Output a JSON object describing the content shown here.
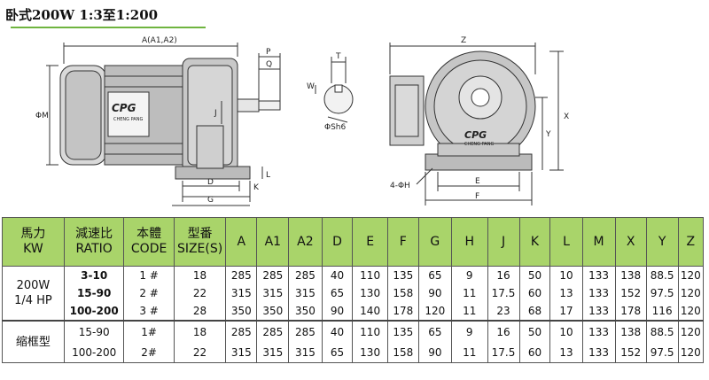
{
  "title": "卧式200W 1:3至1:200",
  "brand": {
    "logo": "CPG",
    "name": "CHENG PANG"
  },
  "drawing_labels": {
    "a": "A(A1,A2)",
    "p": "P",
    "q": "Q",
    "j": "J",
    "m": "ΦM",
    "d": "D",
    "g": "G",
    "k": "K",
    "l": "L",
    "t": "T",
    "w": "W",
    "sh": "ΦSh6",
    "z": "Z",
    "x": "X",
    "y": "Y",
    "e": "E",
    "f": "F",
    "h": "4-ΦH"
  },
  "table": {
    "headers": [
      [
        "馬力",
        "KW"
      ],
      [
        "減速比",
        "RATIO"
      ],
      [
        "本體",
        "CODE"
      ],
      [
        "型番",
        "SIZE(S)"
      ],
      [
        "A"
      ],
      [
        "A1"
      ],
      [
        "A2"
      ],
      [
        "D"
      ],
      [
        "E"
      ],
      [
        "F"
      ],
      [
        "G"
      ],
      [
        "H"
      ],
      [
        "J"
      ],
      [
        "K"
      ],
      [
        "L"
      ],
      [
        "M"
      ],
      [
        "X"
      ],
      [
        "Y"
      ],
      [
        "Z"
      ]
    ],
    "group1": {
      "label": [
        "200W",
        "1/4 HP"
      ],
      "rows": [
        [
          "3-10",
          "1 #",
          "18",
          "285",
          "285",
          "285",
          "40",
          "110",
          "135",
          "65",
          "9",
          "16",
          "50",
          "10",
          "133",
          "138",
          "88.5",
          "120"
        ],
        [
          "15-90",
          "2 #",
          "22",
          "315",
          "315",
          "315",
          "65",
          "130",
          "158",
          "90",
          "11",
          "17.5",
          "60",
          "13",
          "133",
          "152",
          "97.5",
          "120"
        ],
        [
          "100-200",
          "3 #",
          "28",
          "350",
          "350",
          "350",
          "90",
          "140",
          "178",
          "120",
          "11",
          "23",
          "68",
          "17",
          "133",
          "178",
          "116",
          "120"
        ]
      ]
    },
    "group2": {
      "label": "缩框型",
      "rows": [
        [
          "15-90",
          "1#",
          "18",
          "285",
          "285",
          "285",
          "40",
          "110",
          "135",
          "65",
          "9",
          "16",
          "50",
          "10",
          "133",
          "138",
          "88.5",
          "120"
        ],
        [
          "100-200",
          "2#",
          "22",
          "315",
          "315",
          "315",
          "65",
          "130",
          "158",
          "90",
          "11",
          "17.5",
          "60",
          "13",
          "133",
          "152",
          "97.5",
          "120"
        ]
      ]
    }
  }
}
